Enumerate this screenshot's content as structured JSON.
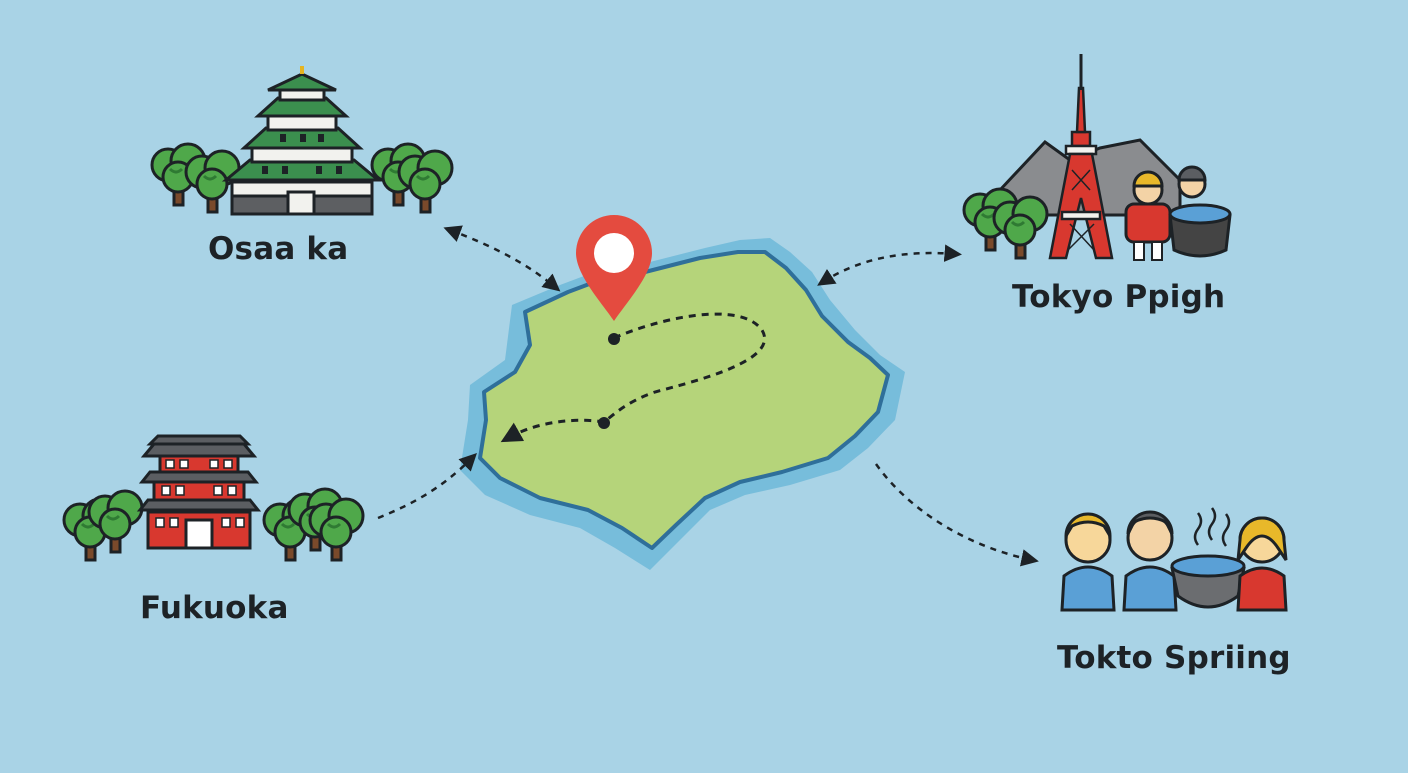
{
  "locations": {
    "osaka": {
      "label": "Osaa ka",
      "icon": "castle-icon"
    },
    "tokyo": {
      "label": "Tokyo Ppigh",
      "icon": "tokyo-tower-icon"
    },
    "fukuoka": {
      "label": "Fukuoka",
      "icon": "temple-icon"
    },
    "spring": {
      "label": "Tokto Spriing",
      "icon": "onsen-icon"
    }
  },
  "map": {
    "icon": "map-pin-icon"
  },
  "colors": {
    "sea": "#a9d3e6",
    "shallows": "#6fb8d8",
    "land": "#b5d47a",
    "coast": "#2f6f9a",
    "pin": "#e44b3f",
    "tree": "#4fa84a",
    "castle_roof": "#3b8f4e",
    "temple_red": "#d8382f",
    "tower_red": "#d8382f"
  }
}
